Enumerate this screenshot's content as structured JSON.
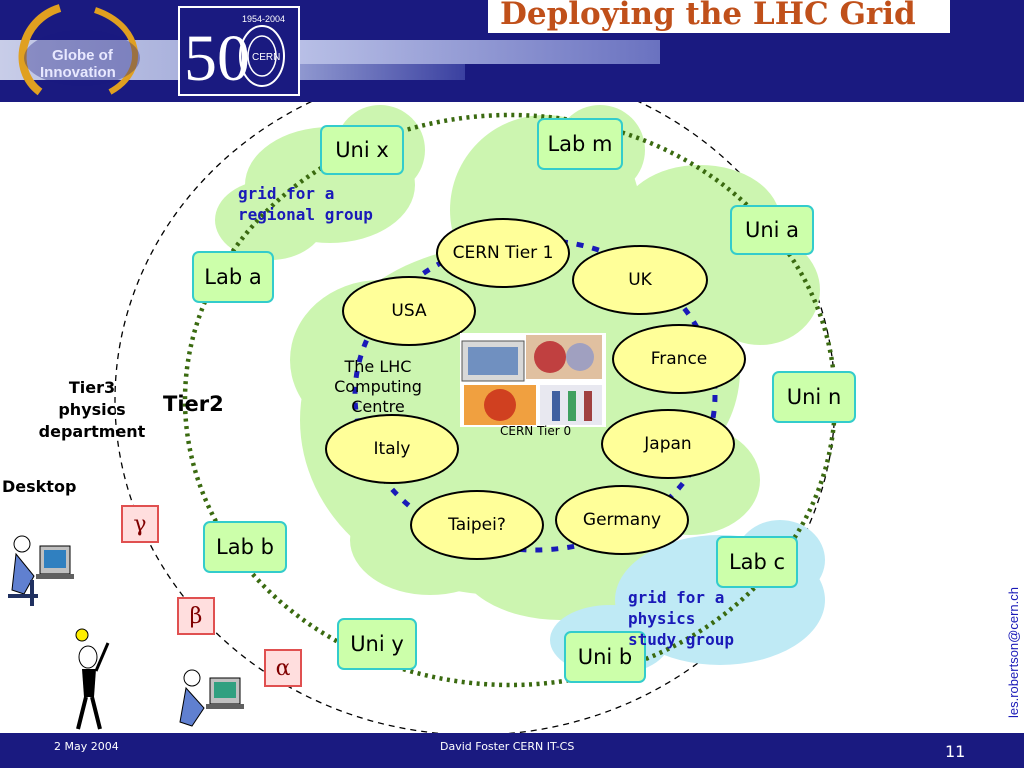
{
  "header": {
    "title": "Deploying the LHC Grid",
    "globe_logo_text_line1": "Globe of",
    "globe_logo_text_line2": "Innovation",
    "cern_logo_years": "1954-2004",
    "cern_logo_text": "CERN",
    "cern_logo_number": "50"
  },
  "nodes": {
    "uni_x": "Uni x",
    "lab_m": "Lab m",
    "uni_a": "Uni a",
    "lab_a": "Lab a",
    "uni_n": "Uni n",
    "lab_b": "Lab b",
    "lab_c": "Lab c",
    "uni_y": "Uni y",
    "uni_b": "Uni b"
  },
  "tier1": {
    "cern": "CERN Tier 1",
    "uk": "UK",
    "usa": "USA",
    "france": "France",
    "italy": "Italy",
    "japan": "Japan",
    "germany": "Germany",
    "taipei": "Taipei?"
  },
  "labels": {
    "regional_line1": "grid for a",
    "regional_line2": "regional group",
    "physics_line1": "grid for a",
    "physics_line2": "physics",
    "physics_line3": "study group",
    "lhc_line1": "The LHC",
    "lhc_line2": "Computing",
    "lhc_line3": "Centre",
    "cern_tier0": "CERN Tier 0",
    "tier2": "Tier2",
    "tier3_line1": "Tier3",
    "tier3_line2": "physics",
    "tier3_line3": "department",
    "desktop": "Desktop"
  },
  "greek": {
    "gamma": "γ",
    "beta": "β",
    "alpha": "α"
  },
  "footer": {
    "date": "2 May 2004",
    "author": "David Foster CERN IT-CS",
    "page": "11"
  },
  "side_email": "les.robertson@cern.ch",
  "colors": {
    "header_bg": "#1a1a80",
    "title": "#c0501a",
    "node_fill": "#ccffaa",
    "node_border": "#33cccc",
    "tier1_fill": "#ffff99",
    "cloud_green": "#ccf5b0",
    "cloud_blue": "#bfeaf5",
    "ring_dots": "#3a6a10",
    "tier1_ring": "#1a1ab8",
    "note_text": "#1a1ab8"
  }
}
